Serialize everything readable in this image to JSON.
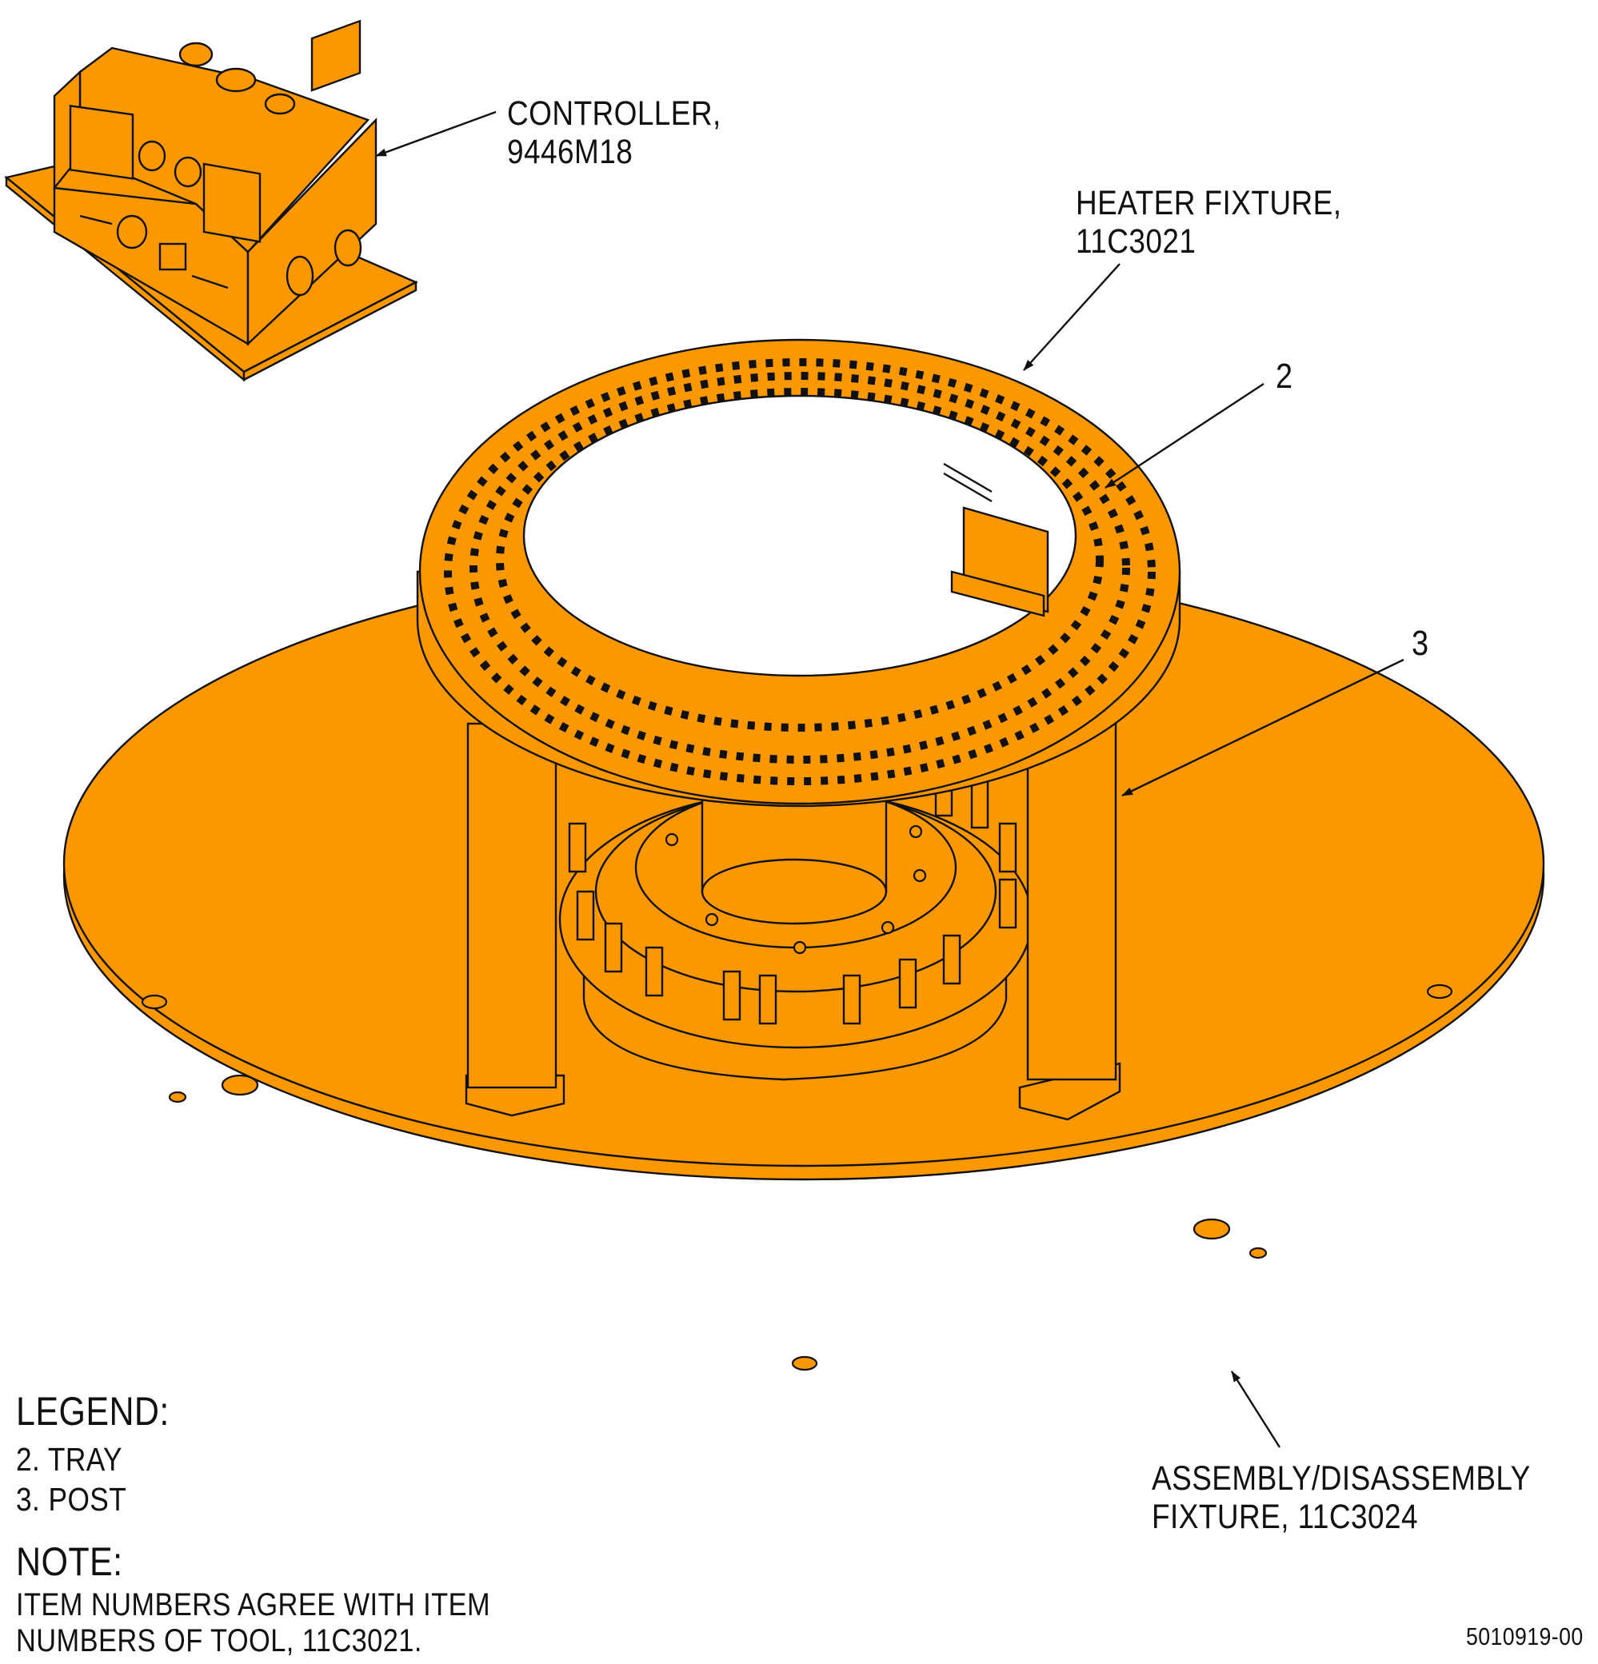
{
  "colors": {
    "part_fill": "#fb9800",
    "line": "#111111",
    "background": "#ffffff"
  },
  "callouts": {
    "controller": [
      "CONTROLLER,",
      "9446M18"
    ],
    "heater_fixture": [
      "HEATER FIXTURE,",
      "11C3021"
    ],
    "item_2": "2",
    "item_3": "3",
    "assembly_fixture": [
      "ASSEMBLY/DISASSEMBLY",
      "FIXTURE, 11C3024"
    ]
  },
  "legend": {
    "title": "LEGEND:",
    "items": [
      "2. TRAY",
      "3. POST"
    ]
  },
  "note": {
    "title": "NOTE:",
    "lines": [
      "ITEM NUMBERS AGREE WITH ITEM",
      "NUMBERS OF TOOL, 11C3021."
    ]
  },
  "figure_number": "5010919-00"
}
